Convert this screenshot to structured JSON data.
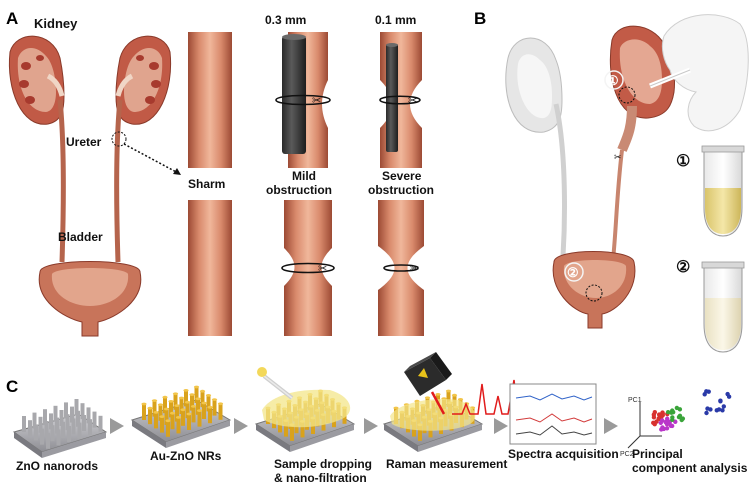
{
  "panel_a": {
    "letter": "A",
    "kidney_label": "Kidney",
    "ureter_label": "Ureter",
    "bladder_label": "Bladder",
    "sharm_label": "Sharm",
    "mild_size": "0.3 mm",
    "severe_size": "0.1 mm",
    "mild_line1": "Mild",
    "mild_line2": "obstruction",
    "severe_line1": "Severe",
    "severe_line2": "obstruction"
  },
  "panel_b": {
    "letter": "B",
    "marker1": "①",
    "marker2": "②",
    "tube1_label": "①",
    "tube2_label": "②"
  },
  "panel_c": {
    "letter": "C",
    "steps": [
      {
        "line1": "ZnO nanorods",
        "line2": ""
      },
      {
        "line1": "Au-ZnO NRs",
        "line2": ""
      },
      {
        "line1": "Sample dropping",
        "line2": "& nano-filtration"
      },
      {
        "line1": "Raman measurement",
        "line2": ""
      },
      {
        "line1": "Spectra acquisition",
        "line2": ""
      },
      {
        "line1": "Principal",
        "line2": "component analysis"
      }
    ],
    "pca_axis1": "PC1",
    "pca_axis2": "PC2"
  },
  "colors": {
    "tissue": "#c8745a",
    "tissue_light": "#e8b4a0",
    "kidney_inner": "#c0503e",
    "rod_grey": "#a8a8ac",
    "rod_gold": "#d9a21c",
    "sample_yellow": "#f3e58a",
    "laser_red": "#e11c1c"
  }
}
